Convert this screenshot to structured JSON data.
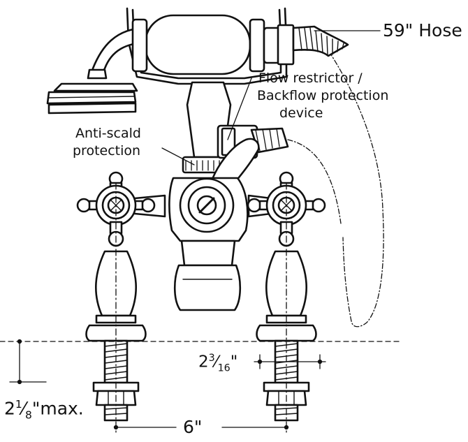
{
  "labels": {
    "hose": "59\"  Hose",
    "flow_line1": "Flow restrictor /",
    "flow_line2": "Backflow protection",
    "flow_line3": "device",
    "anti_line1": "Anti-scald",
    "anti_line2": "protection",
    "dim_spacing_whole": "2",
    "dim_spacing_num": "3",
    "dim_spacing_den": "16",
    "dim_spacing_unit": "\"",
    "dim_depth_whole": "2",
    "dim_depth_num": "1",
    "dim_depth_den": "8",
    "dim_depth_unit": "\"max.",
    "dim_width": "6\""
  }
}
